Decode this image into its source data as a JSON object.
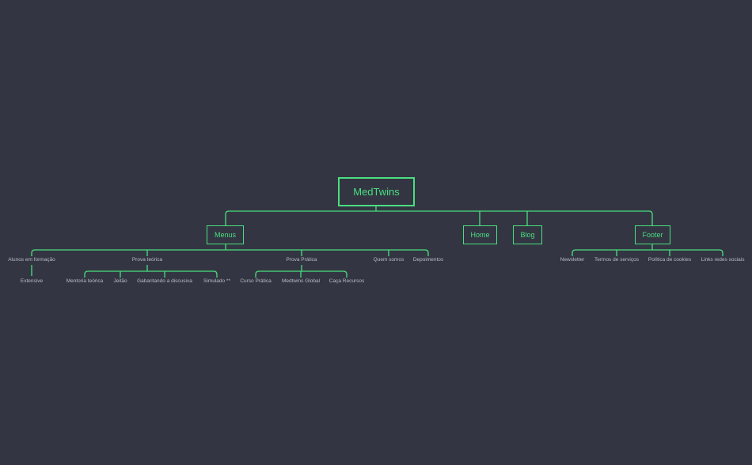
{
  "root": {
    "label": "MedTwins"
  },
  "branches": {
    "menus": {
      "label": "Menus"
    },
    "home": {
      "label": "Home"
    },
    "blog": {
      "label": "Blog"
    },
    "footer": {
      "label": "Footer"
    }
  },
  "menus_children": {
    "alunos": {
      "label": "Alunos em formação"
    },
    "prova_teorica": {
      "label": "Prova teórica"
    },
    "prova_pratica": {
      "label": "Prova Prática"
    },
    "quem_somos": {
      "label": "Quem somos"
    },
    "depoimentos": {
      "label": "Depoimentos"
    }
  },
  "alunos_children": {
    "extensive": {
      "label": "Extensive"
    }
  },
  "prova_teorica_children": {
    "mentoria": {
      "label": "Mentoria teórica"
    },
    "jeitao": {
      "label": "Jeitão"
    },
    "gabaritando": {
      "label": "Gabaritando a discusiva"
    },
    "simulado": {
      "label": "Simulado **"
    }
  },
  "prova_pratica_children": {
    "curso_pratica": {
      "label": "Curso Prática"
    },
    "medtwins_global": {
      "label": "Medtwins Global"
    },
    "caca_recursos": {
      "label": "Caça Recursos"
    }
  },
  "footer_children": {
    "newsletter": {
      "label": "Newsletter"
    },
    "termos": {
      "label": "Termos de serviços"
    },
    "cookies": {
      "label": "Política de cookies"
    },
    "redes": {
      "label": "Links redes sociais"
    }
  },
  "colors": {
    "background": "#333642",
    "accent": "#4ade80",
    "leaf_text": "#b9bcc6"
  }
}
